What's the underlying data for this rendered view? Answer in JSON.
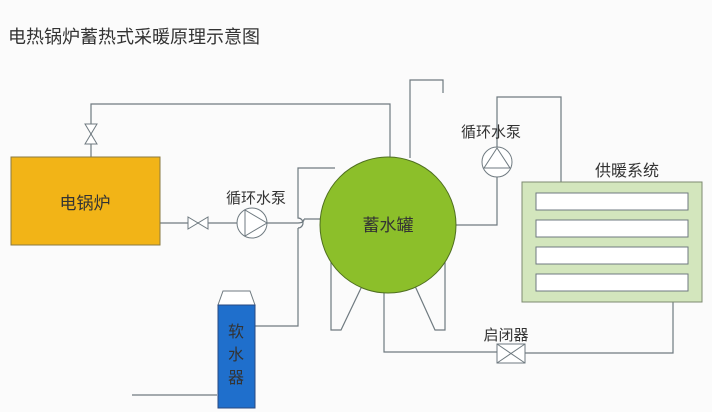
{
  "title": "电热锅炉蓄热式采暖原理示意图",
  "components": {
    "boiler": "电锅炉",
    "tank": "蓄水罐",
    "softener": [
      "软",
      "水",
      "器"
    ],
    "heating_system": "供暖系统",
    "pump_left": "循环水泵",
    "pump_right": "循环水泵",
    "shutoff_valve": "启闭器"
  },
  "colors": {
    "boiler": "#f2b417",
    "tank": "#8cbf2a",
    "softener": "#1f6fcc",
    "heating_system": "#d3e6bd"
  }
}
